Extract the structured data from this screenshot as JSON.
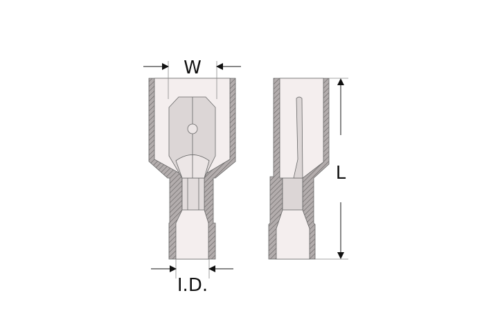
{
  "diagram": {
    "labels": {
      "width": "W",
      "length": "L",
      "inner_diameter": "I.D."
    },
    "colors": {
      "wall": "#a9a4a4",
      "hatch": "#6e6a6a",
      "interior": "#f4eeee",
      "metal": "#dcd6d6",
      "line": "#555555",
      "arrow": "#111111"
    }
  }
}
